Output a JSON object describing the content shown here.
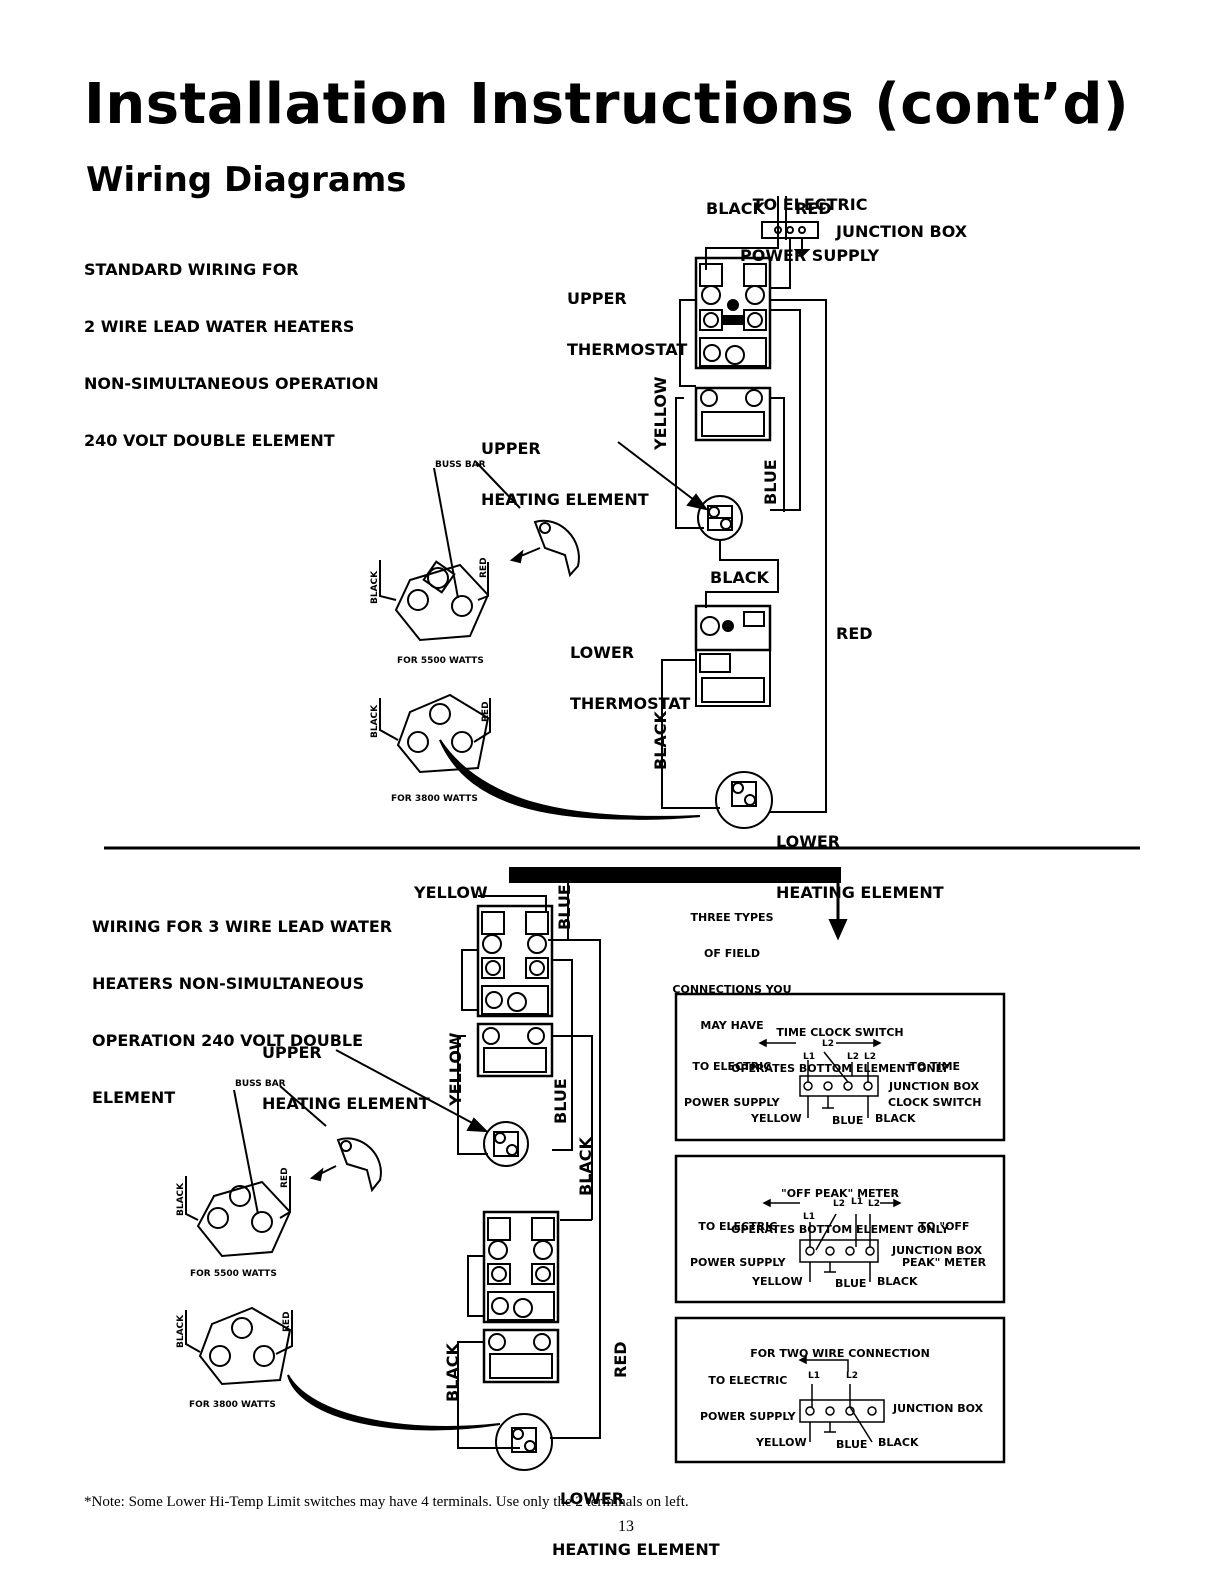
{
  "header": {
    "title": "Installation Instructions (cont’d)",
    "subtitle": "Wiring Diagrams"
  },
  "standard": {
    "heading_lines": [
      "STANDARD WIRING FOR",
      "2 WIRE LEAD WATER HEATERS",
      "NON-SIMULTANEOUS OPERATION",
      "240 VOLT DOUBLE ELEMENT"
    ],
    "to_supply": [
      "TO ELECTRIC",
      "POWER SUPPLY"
    ],
    "black": "BLACK",
    "red": "RED",
    "junction_box": "JUNCTION BOX",
    "upper_thermostat": [
      "UPPER",
      "THERMOSTAT"
    ],
    "upper_element": [
      "UPPER",
      "HEATING ELEMENT"
    ],
    "buss_bar": "BUSS BAR",
    "yellow": "YELLOW",
    "blue": "BLUE",
    "black_wire": "BLACK",
    "lower_thermostat": [
      "LOWER",
      "THERMOSTAT"
    ],
    "red_wire": "RED",
    "black_lower": "BLACK",
    "lower_element": [
      "LOWER",
      "HEATING ELEMENT"
    ],
    "for_5500": "FOR 5500 WATTS",
    "for_3800": "FOR 3800 WATTS",
    "black_term": "BLACK",
    "red_term": "RED"
  },
  "three_wire": {
    "heading_lines": [
      "WIRING FOR 3 WIRE LEAD WATER",
      "HEATERS NON-SIMULTANEOUS",
      "OPERATION 240 VOLT DOUBLE",
      "ELEMENT"
    ],
    "yellow_top": "YELLOW",
    "blue_top": "BLUE",
    "three_types": [
      "THREE TYPES",
      "OF FIELD",
      "CONNECTIONS YOU",
      "MAY HAVE"
    ],
    "upper_element": [
      "UPPER",
      "HEATING ELEMENT"
    ],
    "buss_bar": "BUSS BAR",
    "yellow_mid": "YELLOW",
    "blue_mid": "BLUE",
    "black_mid": "BLACK",
    "black_low": "BLACK",
    "red_low": "RED",
    "lower_element": [
      "LOWER",
      "HEATING ELEMENT"
    ],
    "for_5500": "FOR 5500 WATTS",
    "for_3800": "FOR 3800 WATTS",
    "black_term": "BLACK",
    "red_term": "RED"
  },
  "boxes": [
    {
      "title": [
        "TIME CLOCK SWITCH",
        "OPERATES BOTTOM ELEMENT ONLY"
      ],
      "left_label": [
        "TO ELECTRIC",
        "POWER SUPPLY"
      ],
      "right_label": [
        "TO TIME",
        "CLOCK SWITCH"
      ],
      "l1": "L1",
      "l2": "L2",
      "l1b": "L2",
      "l2b": "L2",
      "junction": "JUNCTION BOX",
      "yellow": "YELLOW",
      "blue": "BLUE",
      "black": "BLACK"
    },
    {
      "title": [
        "\"OFF PEAK\" METER",
        "OPERATES BOTTOM ELEMENT ONLY"
      ],
      "left_label": [
        "TO ELECTRIC",
        "POWER SUPPLY"
      ],
      "right_label": [
        "TO \"OFF",
        "PEAK\" METER"
      ],
      "l1": "L1",
      "l2": "L2",
      "l1b": "L1",
      "l2b": "L2",
      "junction": "JUNCTION BOX",
      "yellow": "YELLOW",
      "blue": "BLUE",
      "black": "BLACK"
    },
    {
      "title": [
        "FOR TWO WIRE CONNECTION"
      ],
      "left_label": [
        "TO ELECTRIC",
        "POWER SUPPLY"
      ],
      "l1": "L1",
      "l2": "L2",
      "junction": "JUNCTION BOX",
      "yellow": "YELLOW",
      "blue": "BLUE",
      "black": "BLACK"
    }
  ],
  "footer": {
    "note": "*Note: Some Lower Hi-Temp Limit switches may have 4 terminals. Use only the 2 terminals on left.",
    "page_number": "13"
  }
}
